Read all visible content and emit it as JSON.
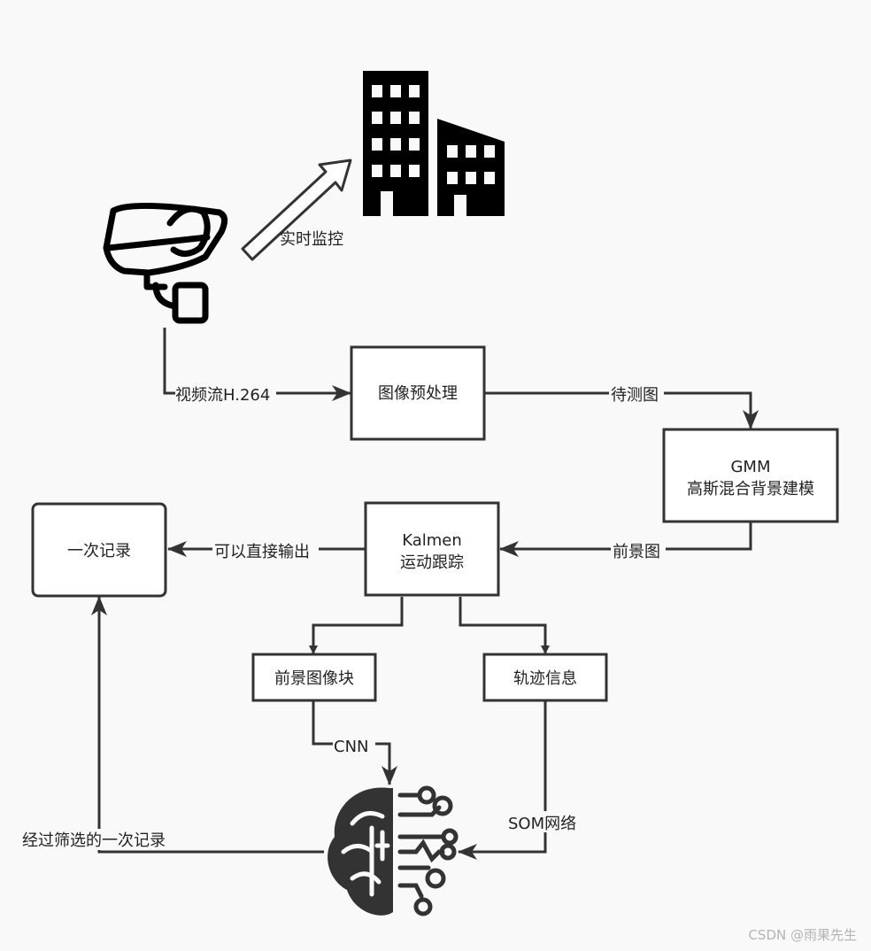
{
  "nodes": {
    "preprocess": "图像预处理",
    "gmm_line1": "GMM",
    "gmm_line2": "高斯混合背景建模",
    "kalman_line1": "Kalmen",
    "kalman_line2": "运动跟踪",
    "record": "一次记录",
    "fg_block": "前景图像块",
    "trajectory": "轨迹信息"
  },
  "edges": {
    "monitor": "实时监控",
    "stream": "视频流H.264",
    "test_image": "待测图",
    "foreground": "前景图",
    "direct_output": "可以直接输出",
    "cnn": "CNN",
    "som": "SOM网络",
    "filtered": "经过筛选的一次记录"
  },
  "icons": {
    "camera": "security-camera-icon",
    "buildings": "city-buildings-icon",
    "brain": "ai-brain-circuit-icon"
  },
  "watermark": "CSDN @雨果先生"
}
